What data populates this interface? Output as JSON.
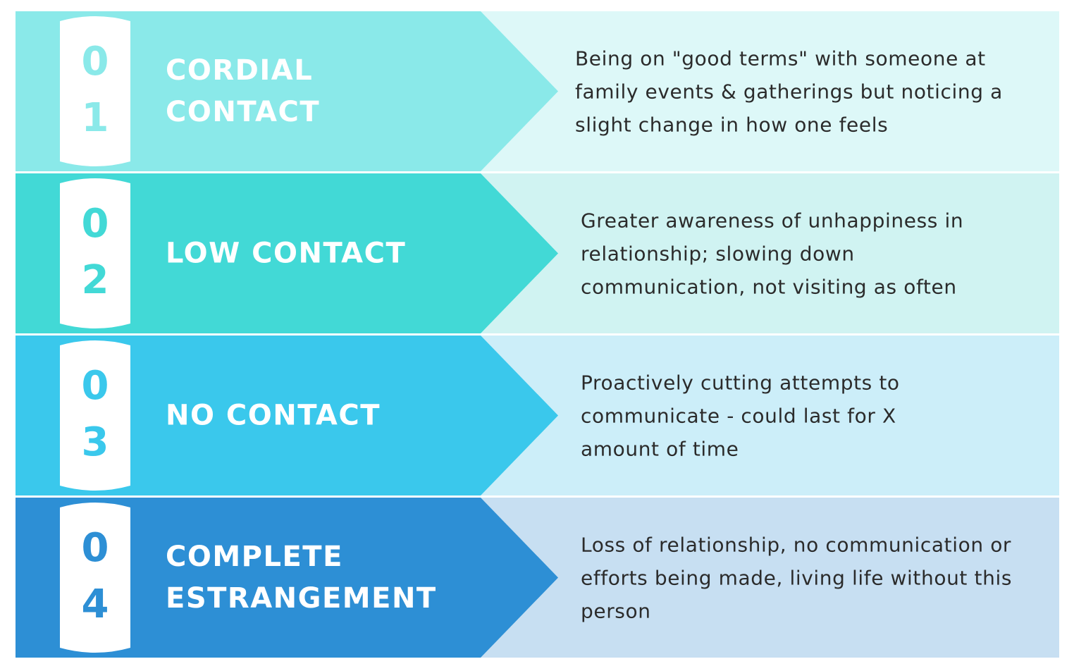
{
  "stages": [
    {
      "digit_1": "0",
      "digit_2": "1",
      "title_line1": "CORDIAL",
      "title_line2": "CONTACT",
      "description_lines": [
        "Being on \"good terms\" with someone at",
        "family events & gatherings but noticing a",
        "slight change in how one feels"
      ],
      "colors": {
        "arrow": "#8AE9E9",
        "panel": "#DDF8F8",
        "digit": "#8AE9E9"
      }
    },
    {
      "digit_1": "0",
      "digit_2": "2",
      "title_line1": "LOW CONTACT",
      "title_line2": "",
      "description_lines": [
        "Greater awareness of unhappiness in",
        "relationship; slowing down",
        "communication, not visiting as often"
      ],
      "colors": {
        "arrow": "#42D9D6",
        "panel": "#D0F3F2",
        "digit": "#42D9D6"
      }
    },
    {
      "digit_1": "0",
      "digit_2": "3",
      "title_line1": "NO CONTACT",
      "title_line2": "",
      "description_lines": [
        "Proactively cutting attempts to",
        "communicate - could last for X",
        "amount of time"
      ],
      "colors": {
        "arrow": "#3AC8EC",
        "panel": "#CCEEF9",
        "digit": "#3AC8EC"
      }
    },
    {
      "digit_1": "0",
      "digit_2": "4",
      "title_line1": "COMPLETE",
      "title_line2": "ESTRANGEMENT",
      "description_lines": [
        "Loss of relationship, no communication or",
        "efforts being made, living life without this",
        "person"
      ],
      "colors": {
        "arrow": "#2D8FD5",
        "panel": "#C7DFF2",
        "digit": "#2D8FD5"
      }
    }
  ]
}
